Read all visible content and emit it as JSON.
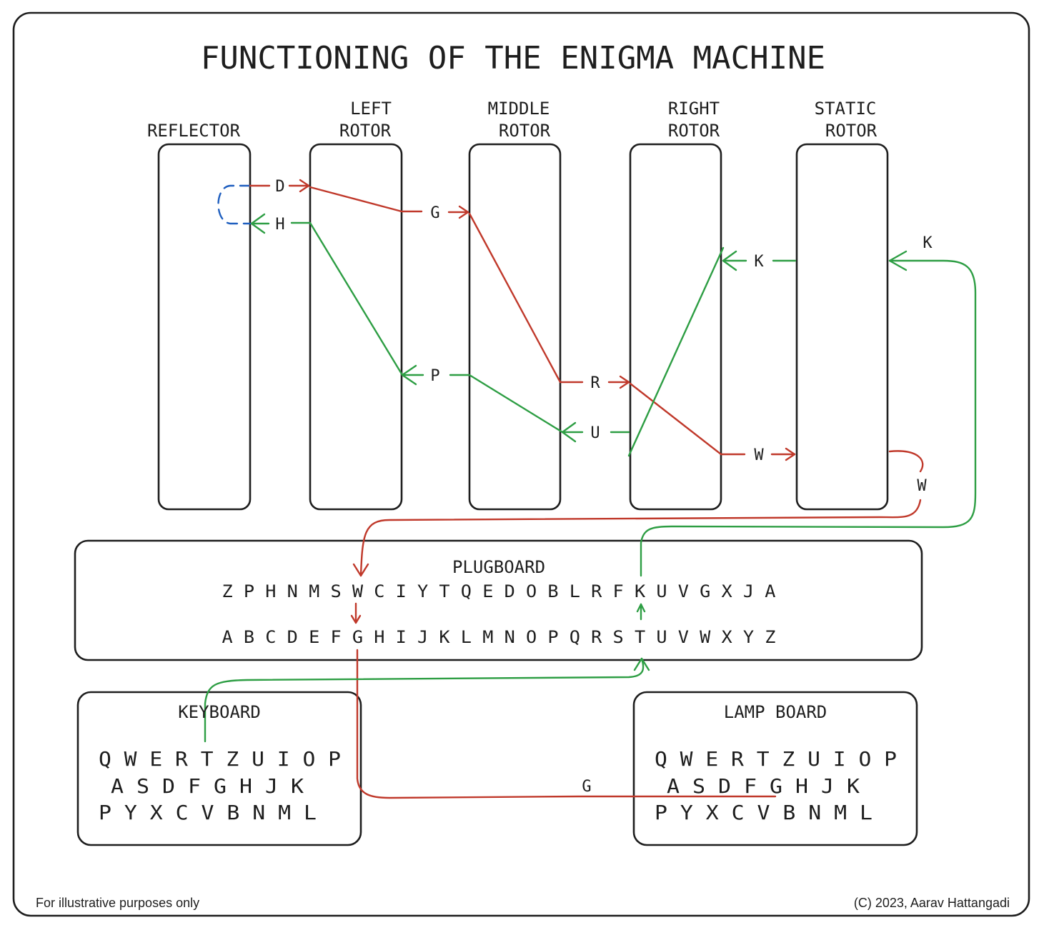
{
  "title": "FUNCTIONING OF THE ENIGMA MACHINE",
  "colors": {
    "forward_path": "#c0392b",
    "return_path": "#2e9e44",
    "reflector_link": "#1f5fbf",
    "ink": "#1e1e1e"
  },
  "rotors": {
    "reflector": {
      "line1": "REFLECTOR"
    },
    "left": {
      "line1": "LEFT",
      "line2": "ROTOR"
    },
    "middle": {
      "line1": "MIDDLE",
      "line2": "ROTOR"
    },
    "right": {
      "line1": "RIGHT",
      "line2": "ROTOR"
    },
    "static": {
      "line1": "STATIC",
      "line2": "ROTOR"
    }
  },
  "signal_letters": {
    "reflector_in": "D",
    "reflector_out": "H",
    "left_to_middle": "G",
    "left_return": "P",
    "middle_to_right": "R",
    "middle_return": "U",
    "right_to_static": "W",
    "static_return": "K",
    "static_out": "W",
    "plugboard_to_static": "K",
    "to_lamp": "G"
  },
  "plugboard": {
    "label": "PLUGBOARD",
    "top_row": "Z P H N M S W C I Y T Q E D O B L R F K U V G X J A",
    "bottom_row": "A B C D E F G H I J K L M N O P Q R S T U V W X Y Z"
  },
  "keyboard": {
    "label": "KEYBOARD",
    "rows": [
      "Q W E R T Z U I O P",
      "A S D F G H J K",
      "P Y X C V B N M L"
    ]
  },
  "lampboard": {
    "label": "LAMP BOARD",
    "rows": [
      "Q W E R T Z U I O P",
      "A S D F G H J K",
      "P Y X C V B N M L"
    ]
  },
  "footer": {
    "left": "For illustrative purposes only",
    "right": "(C) 2023, Aarav Hattangadi"
  }
}
